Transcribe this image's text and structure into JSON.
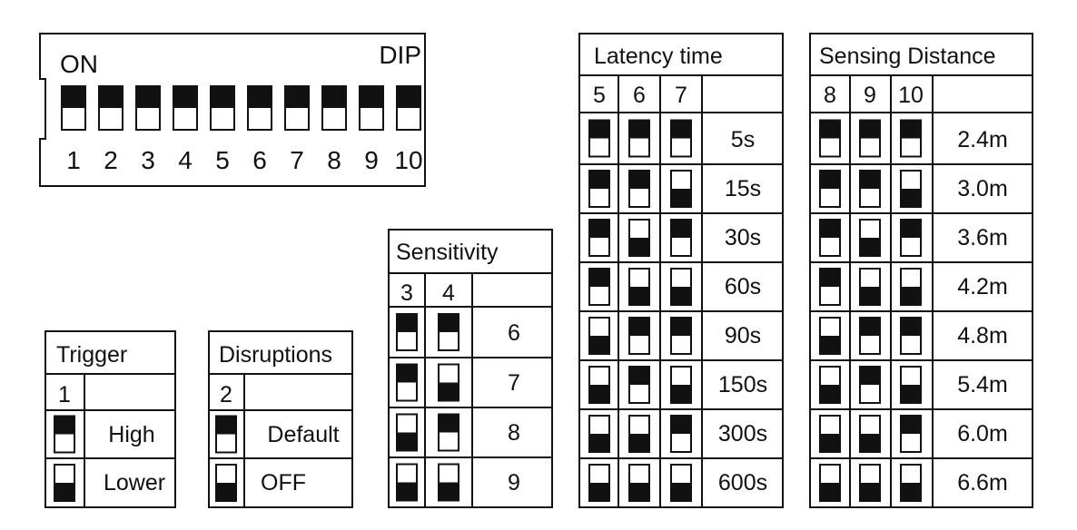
{
  "dip_header": {
    "on_label": "ON",
    "dip_label": "DIP",
    "switch_numbers": [
      "1",
      "2",
      "3",
      "4",
      "5",
      "6",
      "7",
      "8",
      "9",
      "10"
    ]
  },
  "tables": {
    "trigger": {
      "title": "Trigger",
      "columns": [
        "1"
      ],
      "rows": [
        {
          "label": "High",
          "states": [
            "on"
          ]
        },
        {
          "label": "Lower",
          "states": [
            "off"
          ]
        }
      ]
    },
    "disruptions": {
      "title": "Disruptions",
      "columns": [
        "2"
      ],
      "rows": [
        {
          "label": "Default",
          "states": [
            "on"
          ]
        },
        {
          "label": "OFF",
          "states": [
            "off"
          ]
        }
      ]
    },
    "sensitivity": {
      "title": "Sensitivity",
      "columns": [
        "3",
        "4"
      ],
      "rows": [
        {
          "label": "6",
          "states": [
            "on",
            "on"
          ]
        },
        {
          "label": "7",
          "states": [
            "on",
            "off"
          ]
        },
        {
          "label": "8",
          "states": [
            "off",
            "on"
          ]
        },
        {
          "label": "9",
          "states": [
            "off",
            "off"
          ]
        }
      ]
    },
    "latency": {
      "title": "Latency time",
      "columns": [
        "5",
        "6",
        "7"
      ],
      "rows": [
        {
          "label": "5s",
          "states": [
            "on",
            "on",
            "on"
          ]
        },
        {
          "label": "15s",
          "states": [
            "on",
            "on",
            "off"
          ]
        },
        {
          "label": "30s",
          "states": [
            "on",
            "off",
            "on"
          ]
        },
        {
          "label": "60s",
          "states": [
            "on",
            "off",
            "off"
          ]
        },
        {
          "label": "90s",
          "states": [
            "off",
            "on",
            "on"
          ]
        },
        {
          "label": "150s",
          "states": [
            "off",
            "on",
            "off"
          ]
        },
        {
          "label": "300s",
          "states": [
            "off",
            "off",
            "on"
          ]
        },
        {
          "label": "600s",
          "states": [
            "off",
            "off",
            "off"
          ]
        }
      ]
    },
    "sensing": {
      "title": "Sensing Distance",
      "columns": [
        "8",
        "9",
        "10"
      ],
      "rows": [
        {
          "label": "2.4m",
          "states": [
            "on",
            "on",
            "on"
          ]
        },
        {
          "label": "3.0m",
          "states": [
            "on",
            "on",
            "off"
          ]
        },
        {
          "label": "3.6m",
          "states": [
            "on",
            "off",
            "on"
          ]
        },
        {
          "label": "4.2m",
          "states": [
            "on",
            "off",
            "off"
          ]
        },
        {
          "label": "4.8m",
          "states": [
            "off",
            "on",
            "on"
          ]
        },
        {
          "label": "5.4m",
          "states": [
            "off",
            "on",
            "off"
          ]
        },
        {
          "label": "6.0m",
          "states": [
            "off",
            "off",
            "on"
          ]
        },
        {
          "label": "6.6m",
          "states": [
            "off",
            "off",
            "off"
          ]
        }
      ]
    }
  }
}
